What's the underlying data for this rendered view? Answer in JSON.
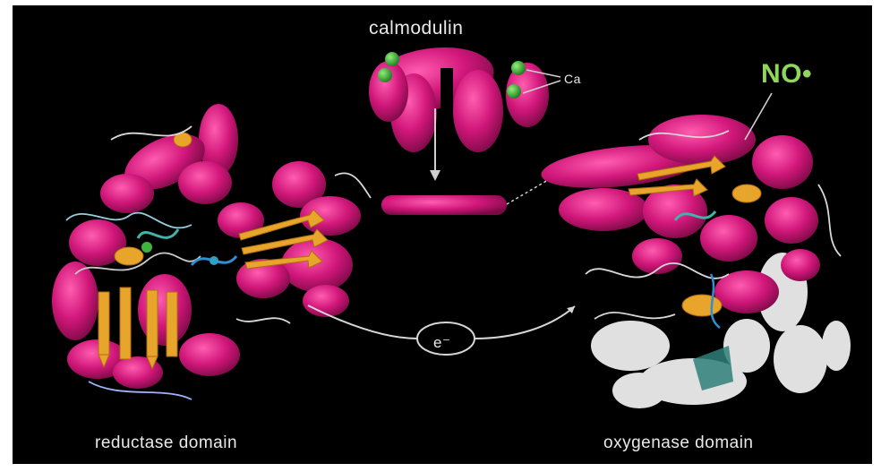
{
  "labels": {
    "calmodulin": "calmodulin",
    "calcium": "Ca",
    "nitric_oxide": "NO•",
    "electron": "e⁻",
    "reductase": "reductase domain",
    "oxygenase": "oxygenase domain"
  },
  "colors": {
    "background": "#000000",
    "helix": "#d1177a",
    "sheet": "#e8a52c",
    "calcium": "#3fb43f",
    "no_label": "#8fd65a",
    "coil": "#d8d8d8",
    "oxygenase_white": "#e0e0e0"
  }
}
